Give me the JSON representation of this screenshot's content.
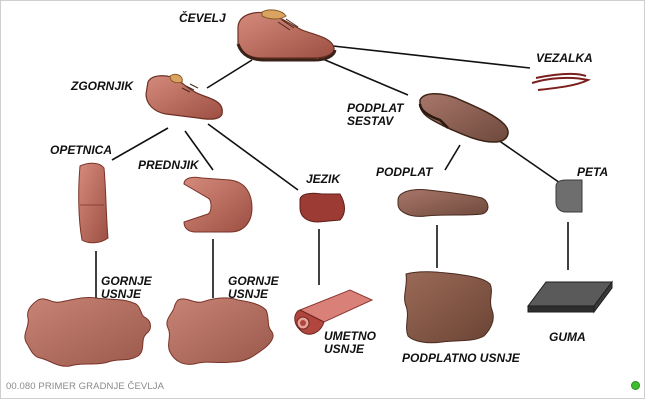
{
  "labels": {
    "cevelj": "ČEVELJ",
    "vezalka": "VEZALKA",
    "zgornjik": "ZGORNJIK",
    "podplat_sestav": "PODPLAT\nSESTAV",
    "opetnica": "OPETNICA",
    "prednjik": "PREDNJIK",
    "jezik": "JEZIK",
    "podplat": "PODPLAT",
    "peta": "PETA",
    "gornje_usnje_1": "GORNJE\nUSNJE",
    "gornje_usnje_2": "GORNJE\nUSNJE",
    "umetno_usnje": "UMETNO\nUSNJE",
    "podplatno_usnje": "PODPLATNO USNJE",
    "guma": "GUMA"
  },
  "footer": {
    "caption": "00.080 PRIMER GRADNJE ČEVLJA",
    "status_color": "#3cbf2a"
  },
  "colors": {
    "leather": "#b9675a",
    "leather_dark": "#7a3328",
    "sole": "#8a5a45",
    "hide": "#a76457",
    "rubber": "#3a3a3a",
    "line": "#111111"
  }
}
